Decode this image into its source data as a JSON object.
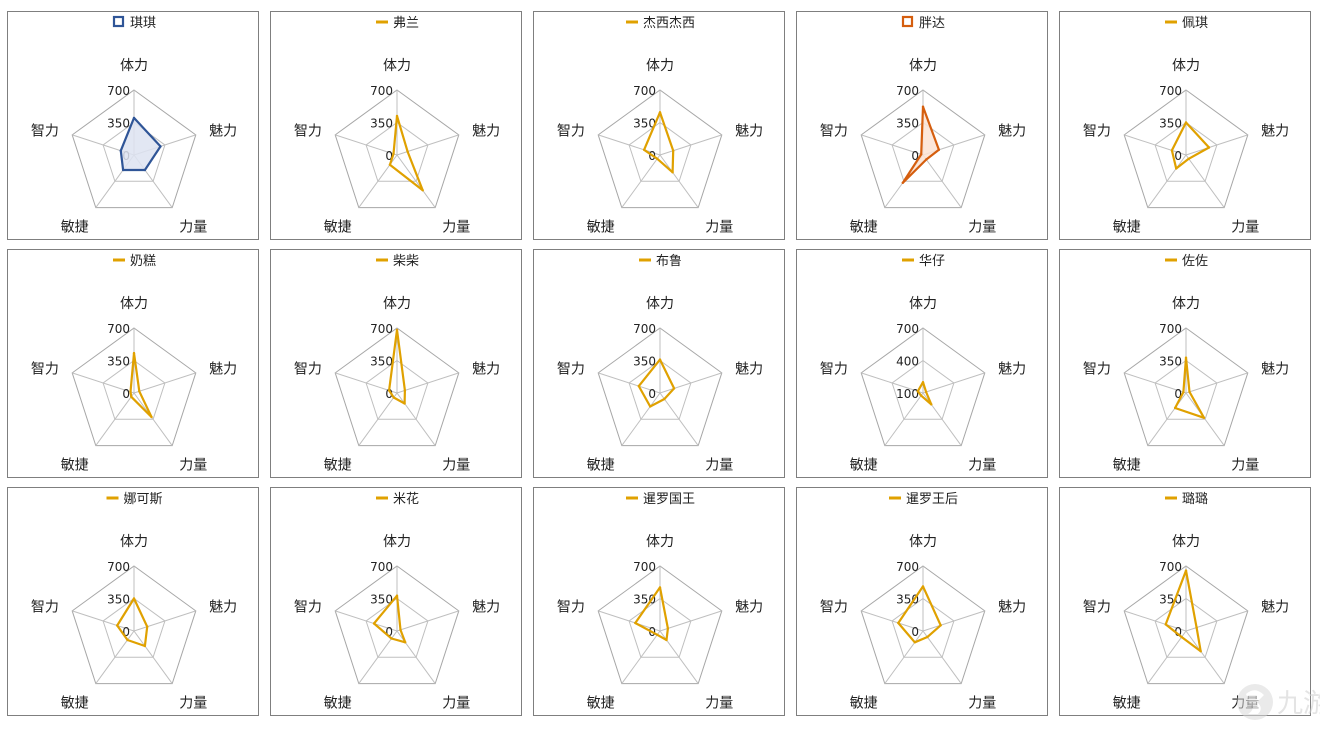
{
  "chart_data": [
    {
      "type": "radar",
      "legend": "琪琪",
      "color": "#2f5597",
      "fill": "#dde3f1",
      "marker": "square",
      "axes": [
        "体力",
        "魅力",
        "力量",
        "敏捷",
        "智力"
      ],
      "ticks": [
        "0",
        "350",
        "700"
      ],
      "rmax": 700,
      "values": [
        400,
        300,
        200,
        200,
        150
      ]
    },
    {
      "type": "radar",
      "legend": "弗兰",
      "color": "#e0a100",
      "marker": "line",
      "axes": [
        "体力",
        "魅力",
        "力量",
        "敏捷",
        "智力"
      ],
      "ticks": [
        "0",
        "350",
        "700"
      ],
      "rmax": 700,
      "values": [
        420,
        120,
        470,
        130,
        40
      ]
    },
    {
      "type": "radar",
      "legend": "杰西杰西",
      "color": "#e0a100",
      "marker": "line",
      "axes": [
        "体力",
        "魅力",
        "力量",
        "敏捷",
        "智力"
      ],
      "ticks": [
        "0",
        "350",
        "700"
      ],
      "rmax": 700,
      "values": [
        460,
        150,
        230,
        50,
        180
      ]
    },
    {
      "type": "radar",
      "legend": "胖达",
      "color": "#d55e0e",
      "fill": "#fbe3d4",
      "marker": "square",
      "axes": [
        "体力",
        "魅力",
        "力量",
        "敏捷",
        "智力"
      ],
      "ticks": [
        "0",
        "350",
        "700"
      ],
      "rmax": 700,
      "values": [
        520,
        180,
        60,
        370,
        20
      ]
    },
    {
      "type": "radar",
      "legend": "佩琪",
      "color": "#e0a100",
      "marker": "line",
      "axes": [
        "体力",
        "魅力",
        "力量",
        "敏捷",
        "智力"
      ],
      "ticks": [
        "0",
        "350",
        "700"
      ],
      "rmax": 700,
      "values": [
        350,
        260,
        50,
        180,
        160
      ]
    },
    {
      "type": "radar",
      "legend": "奶糕",
      "color": "#e0a100",
      "marker": "line",
      "axes": [
        "体力",
        "魅力",
        "力量",
        "敏捷",
        "智力"
      ],
      "ticks": [
        "0",
        "350",
        "700"
      ],
      "rmax": 700,
      "values": [
        430,
        60,
        320,
        50,
        40
      ]
    },
    {
      "type": "radar",
      "legend": "柴柴",
      "color": "#e0a100",
      "marker": "line",
      "axes": [
        "体力",
        "魅力",
        "力量",
        "敏捷",
        "智力"
      ],
      "ticks": [
        "0",
        "350",
        "700"
      ],
      "rmax": 700,
      "values": [
        680,
        90,
        140,
        60,
        90
      ]
    },
    {
      "type": "radar",
      "legend": "布鲁",
      "color": "#e0a100",
      "marker": "line",
      "axes": [
        "体力",
        "魅力",
        "力量",
        "敏捷",
        "智力"
      ],
      "ticks": [
        "0",
        "350",
        "700"
      ],
      "rmax": 700,
      "values": [
        360,
        160,
        80,
        180,
        240
      ]
    },
    {
      "type": "radar",
      "legend": "华仔",
      "color": "#e0a100",
      "marker": "line",
      "axes": [
        "体力",
        "魅力",
        "力量",
        "敏捷",
        "智力"
      ],
      "ticks": [
        "100",
        "400",
        "700"
      ],
      "rmin": 100,
      "rmax": 700,
      "values": [
        200,
        130,
        230,
        130,
        150
      ]
    },
    {
      "type": "radar",
      "legend": "佐佐",
      "color": "#e0a100",
      "marker": "line",
      "axes": [
        "体力",
        "魅力",
        "力量",
        "敏捷",
        "智力"
      ],
      "ticks": [
        "0",
        "350",
        "700"
      ],
      "rmax": 700,
      "values": [
        380,
        40,
        330,
        200,
        30
      ]
    },
    {
      "type": "radar",
      "legend": "娜可斯",
      "color": "#e0a100",
      "marker": "line",
      "axes": [
        "体力",
        "魅力",
        "力量",
        "敏捷",
        "智力"
      ],
      "ticks": [
        "0",
        "350",
        "700"
      ],
      "rmax": 700,
      "values": [
        350,
        150,
        200,
        120,
        190
      ]
    },
    {
      "type": "radar",
      "legend": "米花",
      "color": "#e0a100",
      "marker": "line",
      "axes": [
        "体力",
        "魅力",
        "力量",
        "敏捷",
        "智力"
      ],
      "ticks": [
        "0",
        "350",
        "700"
      ],
      "rmax": 700,
      "values": [
        380,
        40,
        150,
        100,
        260
      ]
    },
    {
      "type": "radar",
      "legend": "暹罗国王",
      "color": "#e0a100",
      "marker": "line",
      "axes": [
        "体力",
        "魅力",
        "力量",
        "敏捷",
        "智力"
      ],
      "ticks": [
        "0",
        "350",
        "700"
      ],
      "rmax": 700,
      "values": [
        470,
        90,
        120,
        50,
        280
      ]
    },
    {
      "type": "radar",
      "legend": "暹罗王后",
      "color": "#e0a100",
      "marker": "line",
      "axes": [
        "体力",
        "魅力",
        "力量",
        "敏捷",
        "智力"
      ],
      "ticks": [
        "0",
        "350",
        "700"
      ],
      "rmax": 700,
      "values": [
        480,
        200,
        80,
        150,
        280
      ]
    },
    {
      "type": "radar",
      "legend": "璐璐",
      "color": "#e0a100",
      "marker": "line",
      "axes": [
        "体力",
        "魅力",
        "力量",
        "敏捷",
        "智力"
      ],
      "ticks": [
        "0",
        "350",
        "700"
      ],
      "rmax": 700,
      "values": [
        650,
        120,
        270,
        80,
        230
      ]
    }
  ],
  "watermark": {
    "icon": "nine-you-logo",
    "text": "九游"
  }
}
